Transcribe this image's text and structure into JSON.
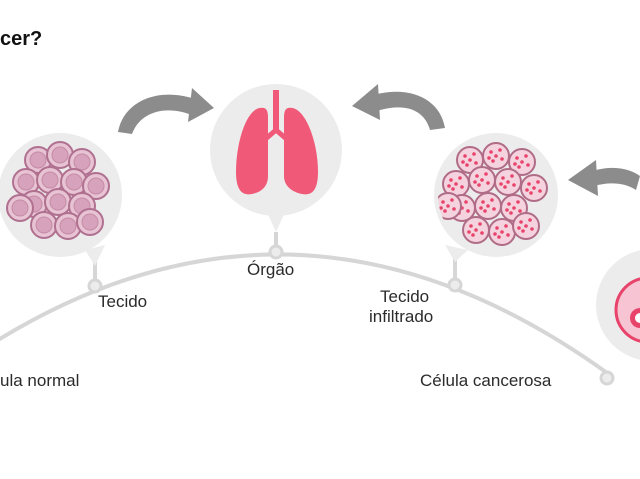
{
  "title": "cer?",
  "labels": {
    "orgao": "Órgão",
    "tecido": "Tecido",
    "tecido_infiltrado_1": "Tecido",
    "tecido_infiltrado_2": "infiltrado",
    "celula_normal": "ula normal",
    "celula_cancerosa": "Célula cancerosa"
  },
  "colors": {
    "arc": "#d6d6d6",
    "arrow": "#8c8c8c",
    "bubble": "#ececec",
    "lung": "#f05a78",
    "normal_cell": "#c98aa8",
    "cancer_cell": "#e8436a"
  }
}
